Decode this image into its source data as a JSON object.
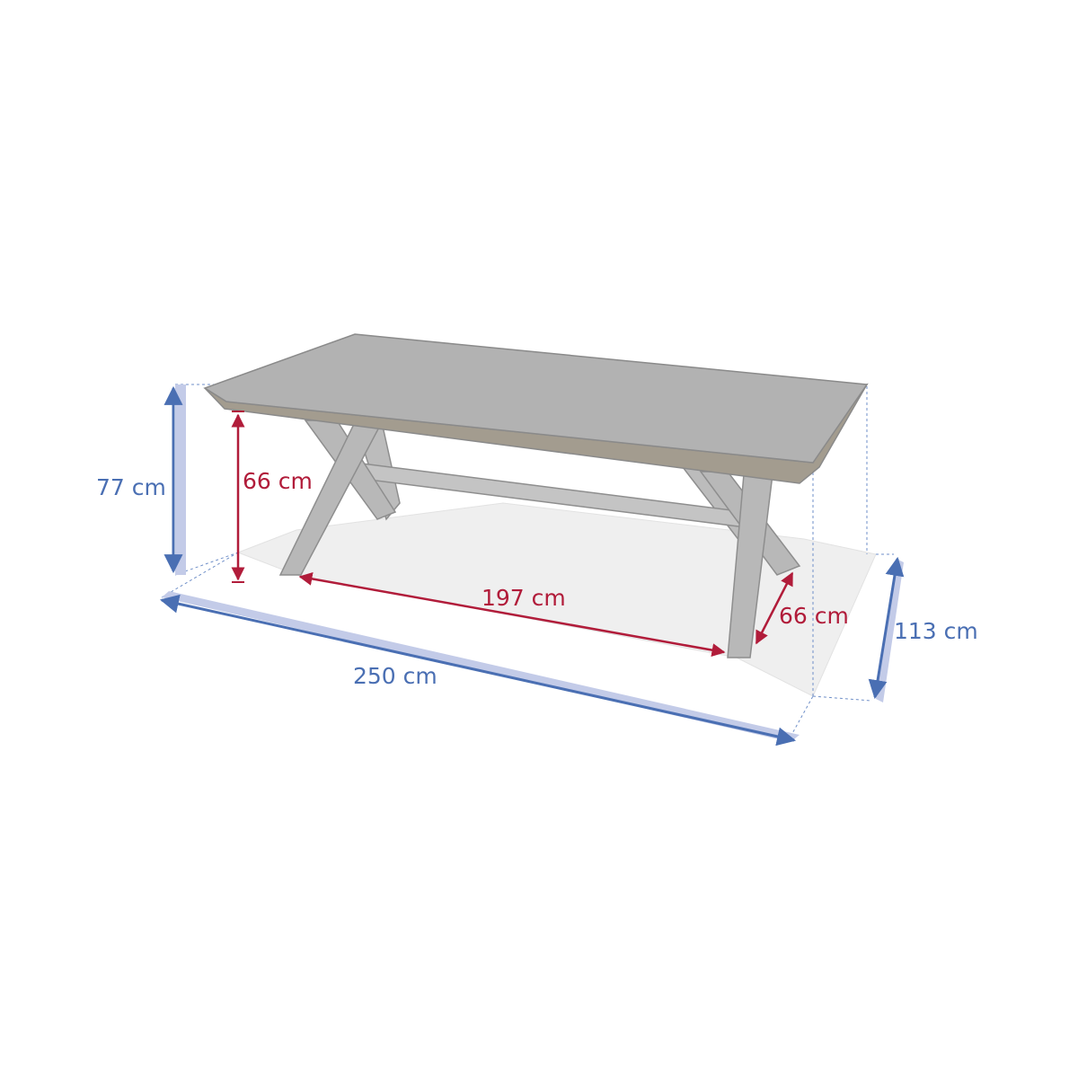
{
  "colors": {
    "outer_dimension": "#4a6fb3",
    "outer_band": "#c3cbe8",
    "inner_dimension": "#b11c3a",
    "table_top": "#b2b2b2",
    "table_edge": "#a39c8f",
    "table_outline": "#8a8a8a",
    "legs": "#b8b8b8",
    "floor": "#efefef",
    "guide": "#6f8fc8"
  },
  "dimensions": {
    "overall_height": "77 cm",
    "overall_length": "250 cm",
    "overall_depth": "113 cm",
    "leg_clearance_height": "66 cm",
    "leg_span_length": "197 cm",
    "leg_span_depth": "66 cm"
  }
}
